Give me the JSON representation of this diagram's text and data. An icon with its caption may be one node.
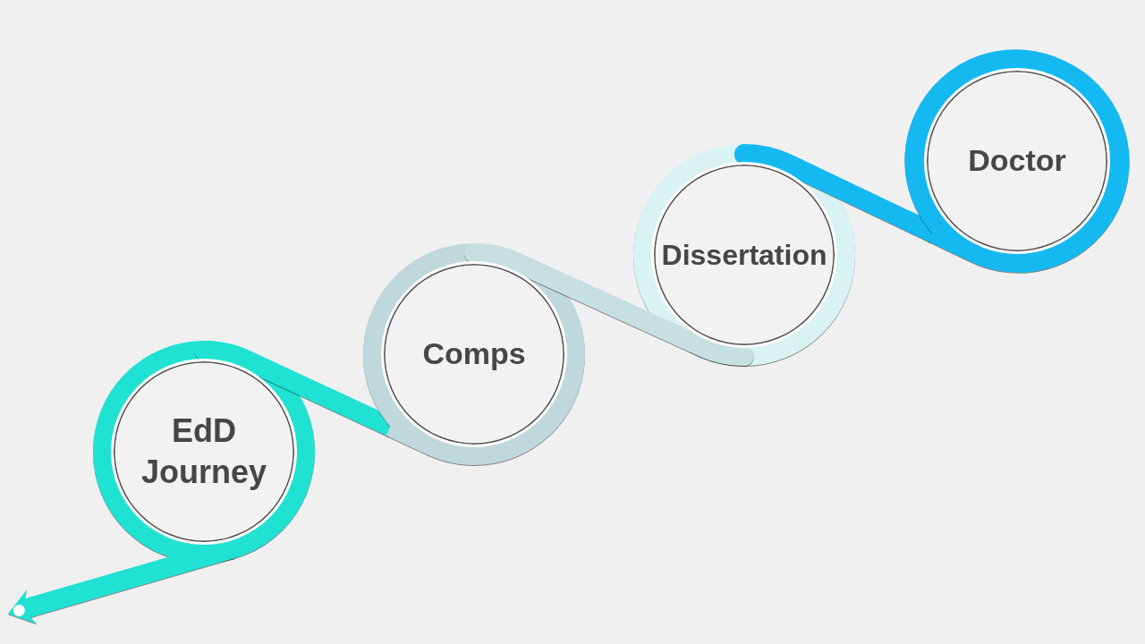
{
  "diagram": {
    "nodes": [
      {
        "text": [
          "EdD Journey"
        ]
      },
      {
        "text": [
          "Comps"
        ]
      },
      {
        "text": [
          "Dissertation"
        ]
      },
      {
        "text": [
          "Doctor"
        ]
      }
    ],
    "edges": [
      {
        "from": 0,
        "to": 1,
        "arrow": "none",
        "color": "#1fe2d3"
      },
      {
        "from": 1,
        "to": 2,
        "arrow": "none",
        "color": "#c6dfe1"
      },
      {
        "from": 2,
        "to": 3,
        "arrow": "none",
        "color": "#14b9f1"
      },
      {
        "from": 0,
        "to": null,
        "arrow": "to",
        "color": "#1fe2d3"
      }
    ]
  }
}
